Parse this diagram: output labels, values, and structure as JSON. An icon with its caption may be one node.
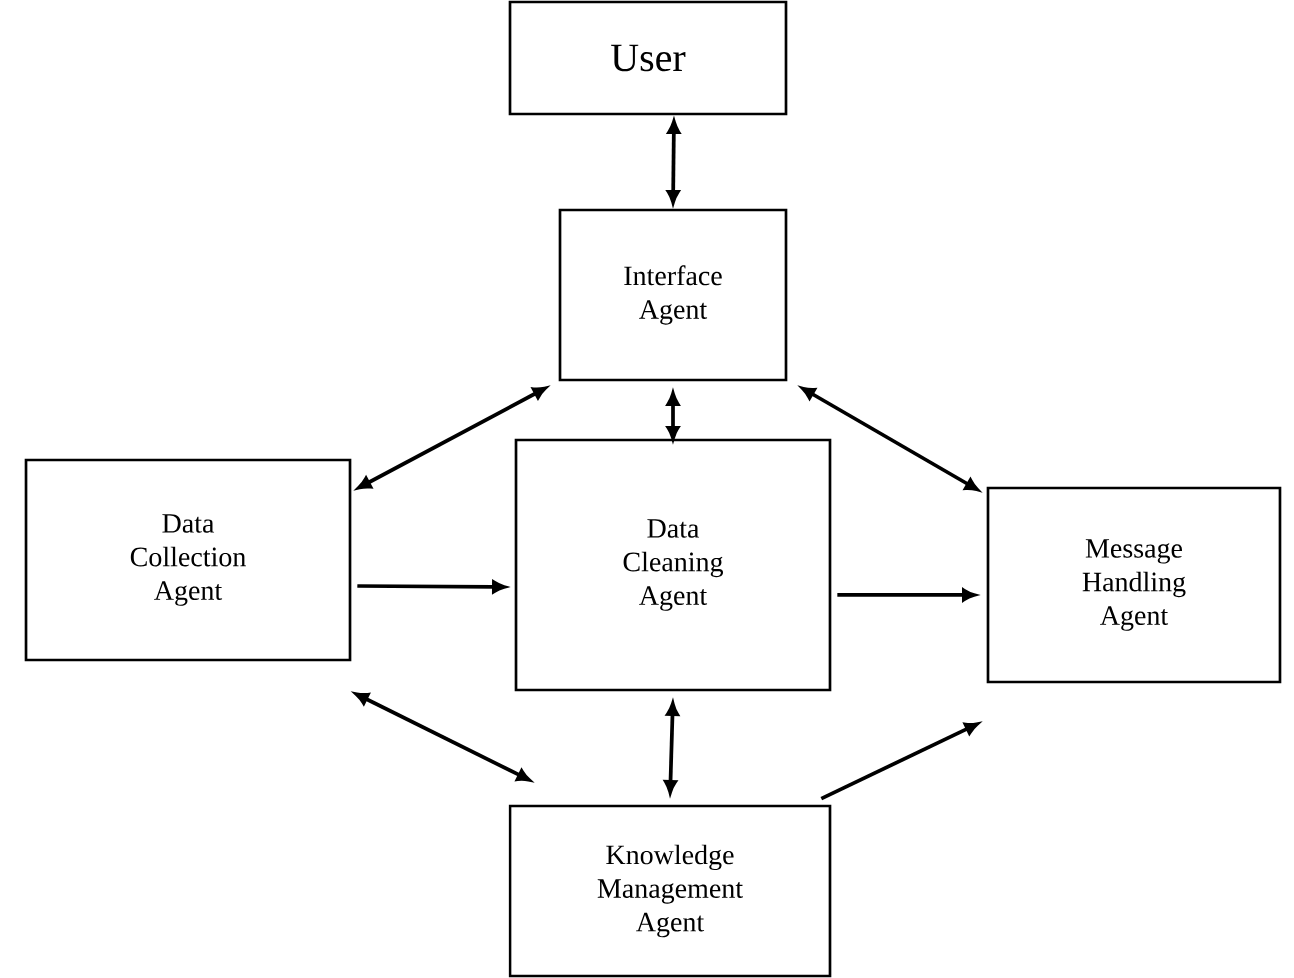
{
  "diagram": {
    "nodes": [
      {
        "text": [
          "User"
        ]
      },
      {
        "text": [
          "Interface Agent"
        ]
      },
      {
        "text": [
          "Data Collection Agent"
        ]
      },
      {
        "text": [
          "Data Cleaning Agent"
        ]
      },
      {
        "text": [
          "Message Handling Agent"
        ]
      },
      {
        "text": [
          "Knowledge Management Agent"
        ]
      }
    ],
    "edges": [
      {
        "from": 0,
        "to": 1,
        "arrow": "both"
      },
      {
        "from": 1,
        "to": 2,
        "arrow": "both"
      },
      {
        "from": 1,
        "to": 3,
        "arrow": "both"
      },
      {
        "from": 1,
        "to": 4,
        "arrow": "both"
      },
      {
        "from": 2,
        "to": 3,
        "arrow": "to"
      },
      {
        "from": 3,
        "to": 4,
        "arrow": "to"
      },
      {
        "from": 2,
        "to": 5,
        "arrow": "both"
      },
      {
        "from": 3,
        "to": 5,
        "arrow": "both"
      },
      {
        "from": 5,
        "to": 4,
        "arrow": "to"
      }
    ]
  }
}
